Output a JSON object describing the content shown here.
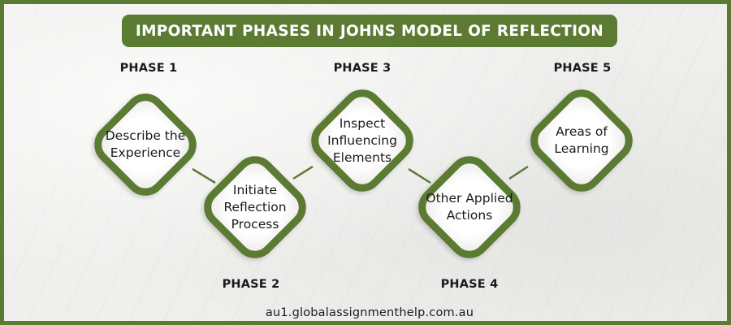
{
  "title": "IMPORTANT PHASES IN JOHNS MODEL OF REFLECTION",
  "phases": [
    {
      "label": "PHASE 1",
      "text": "Describe the Experience"
    },
    {
      "label": "PHASE 2",
      "text": "Initiate Reflection Process"
    },
    {
      "label": "PHASE 3",
      "text": "Inspect Influencing Elements"
    },
    {
      "label": "PHASE 4",
      "text": "Other Applied Actions"
    },
    {
      "label": "PHASE 5",
      "text": "Areas of Learning"
    }
  ],
  "footer": "au1.globalassignmenthelp.com.au",
  "colors": {
    "accent": "#5b7a32",
    "background": "#efefed",
    "text": "#1a1a1a"
  }
}
